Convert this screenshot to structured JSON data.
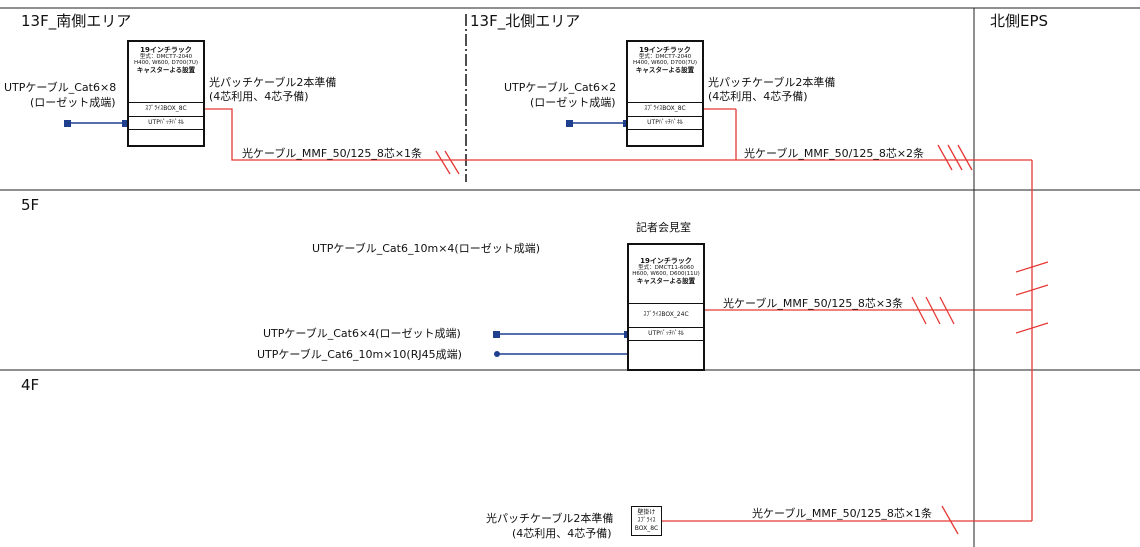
{
  "sections": {
    "south_area": "13F_南側エリア",
    "north_area": "13F_北側エリア",
    "north_eps": "北側EPS",
    "floor5": "5F",
    "floor4": "4F"
  },
  "room": "記者会見室",
  "racks": {
    "south": {
      "title": "19インチラック",
      "spec1": "型式：DMCT7-2040",
      "spec2": "H400, W600, D700(7U)",
      "caster": "キャスターよる設置",
      "splice": "ｽﾌﾟﾗｲｽBOX_8C",
      "patch": "UTPﾊﾟｯﾁﾊﾟﾈﾙ"
    },
    "north": {
      "title": "19インチラック",
      "spec1": "型式：DMCT7-2040",
      "spec2": "H400, W600, D700(7U)",
      "caster": "キャスターよる設置",
      "splice": "ｽﾌﾟﾗｲｽBOX_8C",
      "patch": "UTPﾊﾟｯﾁﾊﾟﾈﾙ"
    },
    "room5f": {
      "title": "19インチラック",
      "spec1": "型式：DMCT11-6060",
      "spec2": "H600, W600, D600(11U)",
      "caster": "キャスターよる設置",
      "splice": "ｽﾌﾟﾗｲｽBOX_24C",
      "patch": "UTPﾊﾟｯﾁﾊﾟﾈﾙ"
    },
    "wall4f": {
      "line1": "壁掛け",
      "line2": "ｽﾌﾟﾗｲｽBOX_8C"
    }
  },
  "labels": {
    "south_utp_1": "UTPケーブル_Cat6×8",
    "south_utp_2": "(ローゼット成端)",
    "south_patch_1": "光パッチケーブル2本準備",
    "south_patch_2": "(4芯利用、4芯予備)",
    "south_fiber": "光ケーブル_MMF_50/125_8芯×1条",
    "north_utp_1": "UTPケーブル_Cat6×2",
    "north_utp_2": "(ローゼット成端)",
    "north_patch_1": "光パッチケーブル2本準備",
    "north_patch_2": "(4芯利用、4芯予備)",
    "north_fiber": "光ケーブル_MMF_50/125_8芯×2条",
    "f5_utp_top": "UTPケーブル_Cat6_10m×4(ローゼット成端)",
    "f5_utp_rosette": "UTPケーブル_Cat6×4(ローゼット成端)",
    "f5_utp_rj45": "UTPケーブル_Cat6_10m×10(RJ45成端)",
    "f5_fiber": "光ケーブル_MMF_50/125_8芯×3条",
    "f4_patch_1": "光パッチケーブル2本準備",
    "f4_patch_2": "(4芯利用、4芯予備)",
    "f4_fiber": "光ケーブル_MMF_50/125_8芯×1条"
  },
  "colors": {
    "fiber": "#e53935",
    "utp": "#1f3f8f",
    "grid": "#222222"
  }
}
